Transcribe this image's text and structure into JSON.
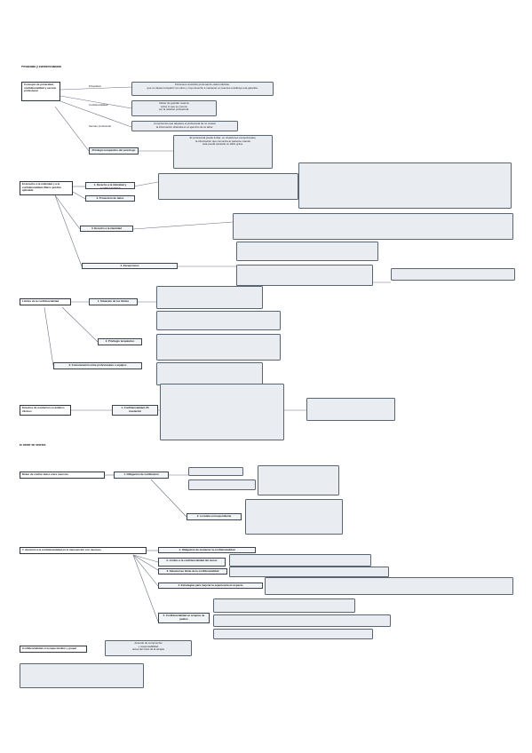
{
  "header": {
    "title": "Privacidad y confidencialidad"
  },
  "sections": {
    "second_title": "El deber de secreto"
  },
  "nodes": {
    "n1": "Concepto de privacidad, confidencialidad y secreto profesional",
    "n2": "Privacidad",
    "n2t": "Pertenece al ámbito personal de cada individuo,\nque no desea compartir con otros y cuyo derecho a mantener en reserva constituye una garantía.",
    "n3": "Confidencialidad",
    "n3t": "Deber de guardar reserva\nsobre lo que se conoce\npor la relación profesional.",
    "n4": "Secreto profesional",
    "n4t": "Compromiso que adquiere el profesional de no revelar\nla información obtenida en el ejercicio de su labor.",
    "n5": "Privilegio terapéutico del psicólogo",
    "n5t": "El profesional puede limitar, en situaciones excepcionales,\nla información que comunica al paciente cuando\nesta pueda causarle un daño grave.",
    "n6": "El derecho a la intimidad y a la confidencialidad. Marco jurídico aplicable",
    "n7": "1. Derecho a la intimidad y confidencialidad",
    "n8": "2. Protección de datos",
    "n9": "3. Derecho a la identidad",
    "n10": "4. Excepciones",
    "n11": "Límites de la confidencialidad",
    "n12": "1. Situación de los límites",
    "n13": "2. Privilegio terapéutico",
    "n14": "3. Comunicación entre profesionales o equipos",
    "n15": "Estudios de revelación en ámbitos clínicos",
    "n16": "1. Confidencialidad VS revelación",
    "n17": "Deber de confiar datos entre menores",
    "n18": "1. Obligación de notificación",
    "n19": "2. La tutela correspondiente",
    "n20": "7. Atención a la confidencialidad en la intervención con menores",
    "n21": "1. Obligación de mantener la confidencialidad",
    "n22": "2. Límites a la confidencialidad del menor",
    "n23": "3. Situaciones límite de la confidencialidad",
    "n24": "4. Estrategias para mejorar la experiencia al respecto",
    "n25": "5. Confidencialidad en terapias de padres",
    "n26": "Confidencialidad en terapia familiar y grupal",
    "n27": "Acuerdo de compromiso\ny responsabilidad\nantes del inicio de la terapia"
  }
}
